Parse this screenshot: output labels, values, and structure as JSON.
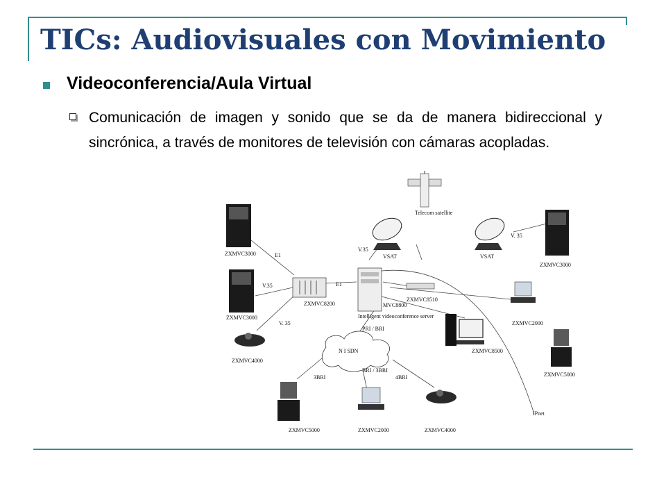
{
  "slide": {
    "title": "TICs: Audiovisuales con Movimiento",
    "heading": "Videoconferencia/Aula Virtual",
    "paragraph": "Comunicación de imagen y sonido que se da de manera bidireccional y sincrónica, a través de monitores de televisión con cámaras acopladas.",
    "accent_color": "#2f8f8f",
    "title_color": "#1f3f73"
  },
  "diagram": {
    "labels": {
      "satellite": "Telecom satellite",
      "vsat_left": "VSAT",
      "vsat_right": "VSAT",
      "v35_top_left": "V.35",
      "v35_top_right": "V. 35",
      "zxmvc3000_top": "ZXMVC3000",
      "zxmvc3000_mid": "ZXMVC3000",
      "zxmvc3000_right": "ZXMVC3000",
      "e1_left": "E1",
      "e1_mid": "E1",
      "v35_left": "V.35",
      "v35_bottom_left": "V. 35",
      "zxmvc8200": "ZXMVC8200",
      "mvc8800": "MVC8800",
      "server_caption": "Intelligent videoconference server",
      "zxmvc8510": "ZXMVC8510",
      "zxmvc2000_right": "ZXMVC2000",
      "zxmvc8500": "ZXMVC8500",
      "zxmvc5000_right": "ZXMVC5000",
      "zxmvc4000_left": "ZXMVC4000",
      "pri_bri": "PRI / BRI",
      "nisdn": "N I SDN",
      "bri3": "3BRI",
      "bri_mid": "BRI / 3BRI",
      "bri4": "4BRI",
      "zxmvc5000_bottom": "ZXMVC5000",
      "zxmvc2000_bottom": "ZXMVC2000",
      "zxmvc4000_bottom": "ZXMVC4000",
      "ipnet": "IPnet"
    }
  }
}
